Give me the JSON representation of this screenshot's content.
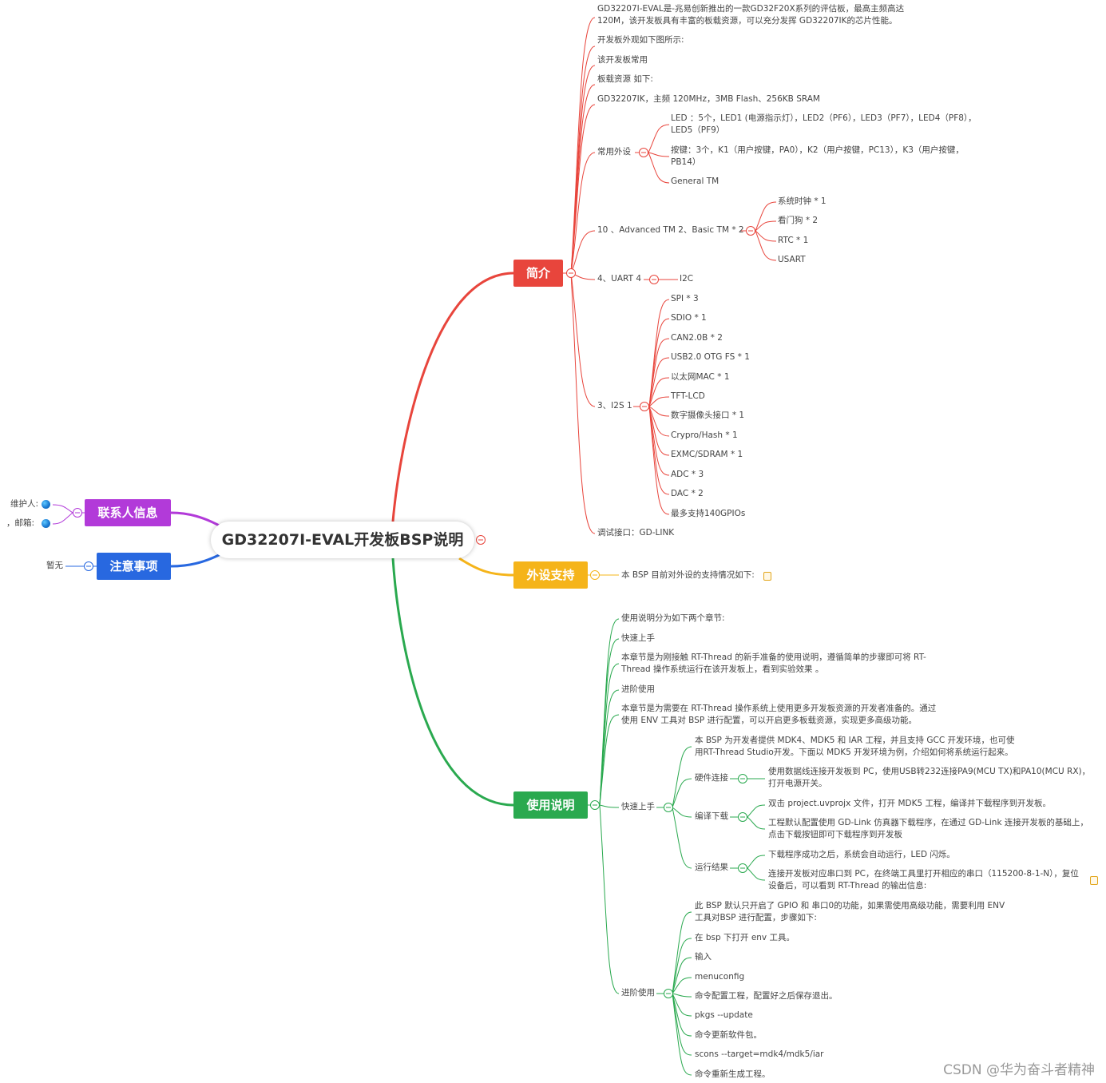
{
  "root": {
    "title": "GD32207I-EVAL开发板BSP说明"
  },
  "branches": {
    "intro": {
      "label": "简介",
      "desc1a": "GD32207I-EVAL是-兆易创新推出的一款GD32F20X系列的评估板，最高主频高达",
      "desc1b": "120M，该开发板具有丰富的板载资源，可以充分发挥 GD32207IK的芯片性能。",
      "items": [
        "开发板外观如下图所示:",
        "该开发板常用",
        "板载资源 如下:",
        "GD32207IK，主频 120MHz，3MB Flash、256KB SRAM"
      ],
      "common_label": "常用外设",
      "common_items": {
        "led_a": "LED ：5个，LED1 (电源指示灯），LED2（PF6），LED3（PF7），LED4（PF8），",
        "led_b": "LED5（PF9）",
        "key_a": "按键：3个，K1（用户按键，PA0），K2（用户按键，PC13），K3（用户按键，",
        "key_b": "PB14）",
        "tm": "General TM"
      },
      "timer_label": "10 、Advanced TM 2、Basic TM * 2",
      "timer_items": [
        "系统时钟 * 1",
        "看门狗 * 2",
        "RTC * 1",
        "USART"
      ],
      "uart_label": "4、UART 4",
      "uart_items": [
        "I2C"
      ],
      "i2s_label": "3、I2S 1",
      "i2s_items": [
        "SPI * 3",
        "SDIO * 1",
        "CAN2.0B * 2",
        "USB2.0 OTG FS * 1",
        "以太网MAC * 1",
        "TFT-LCD",
        "数字摄像头接口 * 1",
        "Crypro/Hash * 1",
        "EXMC/SDRAM * 1",
        "ADC * 3",
        "DAC * 2",
        "最多支持140GPIOs"
      ],
      "debug": "调试接口：GD-LINK"
    },
    "perip": {
      "label": "外设支持",
      "desc": "本 BSP 目前对外设的支持情况如下:"
    },
    "usage": {
      "label": "使用说明",
      "items": [
        "使用说明分为如下两个章节:",
        "快速上手"
      ],
      "desc1a": "本章节是为刚接触 RT-Thread 的新手准备的使用说明，遵循简单的步骤即可将 RT-",
      "desc1b": "Thread 操作系统运行在该开发板上，看到实验效果 。",
      "adv": "进阶使用",
      "desc2a": "本章节是为需要在 RT-Thread 操作系统上使用更多开发板资源的开发者准备的。通过",
      "desc2b": "使用 ENV 工具对 BSP 进行配置，可以开启更多板载资源，实现更多高级功能。",
      "quick_label": "快速上手",
      "quick_desc_a": "本 BSP 为开发者提供 MDK4、MDK5 和 IAR 工程，并且支持 GCC 开发环境，也可使",
      "quick_desc_b": "用RT-Thread Studio开发。下面以 MDK5 开发环境为例，介绍如何将系统运行起来。",
      "hw_label": "硬件连接",
      "hw_a": "使用数据线连接开发板到 PC，使用USB转232连接PA9(MCU TX)和PA10(MCU RX)，",
      "hw_b": "打开电源开关。",
      "build_label": "编译下载",
      "build_1": "双击 project.uvprojx 文件，打开 MDK5 工程，编译并下载程序到开发板。",
      "build_2a": "工程默认配置使用 GD-Link 仿真器下载程序，在通过 GD-Link 连接开发板的基础上，",
      "build_2b": "点击下载按钮即可下载程序到开发板",
      "run_label": "运行结果",
      "run_1": "下载程序成功之后，系统会自动运行，LED 闪烁。",
      "run_2a": "连接开发板对应串口到 PC，在终端工具里打开相应的串口（115200-8-1-N），复位",
      "run_2b": "设备后，可以看到 RT-Thread 的输出信息:",
      "adv_label": "进阶使用",
      "adv_desc_a": "此 BSP 默认只开启了 GPIO 和 串口0的功能，如果需使用高级功能，需要利用 ENV",
      "adv_desc_b": "工具对BSP 进行配置，步骤如下:",
      "adv_items": [
        "在 bsp 下打开 env 工具。",
        "输入",
        "menuconfig",
        "命令配置工程，配置好之后保存退出。",
        "pkgs --update",
        "命令更新软件包。",
        "scons --target=mdk4/mdk5/iar",
        "命令重新生成工程。"
      ]
    },
    "contact": {
      "label": "联系人信息",
      "maint": "维护人:",
      "mail": "，邮箱:"
    },
    "notes": {
      "label": "注意事项",
      "item": "暂无"
    }
  },
  "watermark": "CSDN @华为奋斗者精神",
  "colors": {
    "intro": "#e8453c",
    "perip": "#f5b41a",
    "usage": "#2aa94f",
    "contact": "#b23ad9",
    "notes": "#2868e0"
  }
}
